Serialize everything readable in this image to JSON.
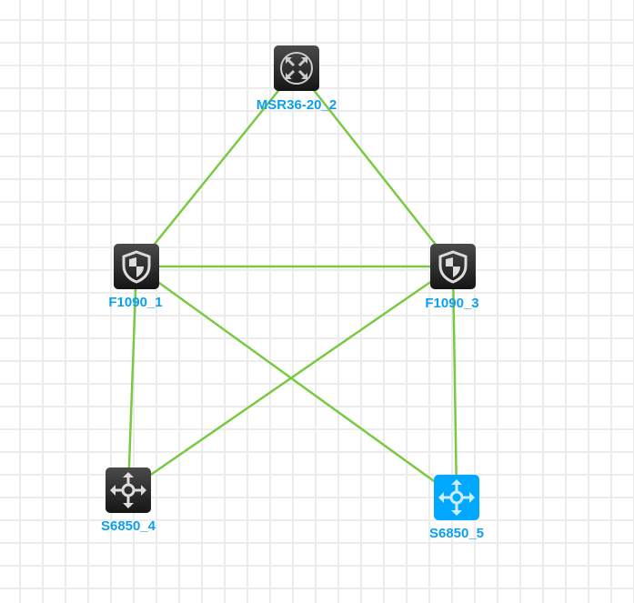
{
  "nodes": [
    {
      "id": "msr",
      "name": "MSR36-20_2",
      "type": "router-icon"
    },
    {
      "id": "f1",
      "name": "F1090_1",
      "type": "firewall-icon"
    },
    {
      "id": "f3",
      "name": "F1090_3",
      "type": "firewall-icon"
    },
    {
      "id": "s4",
      "name": "S6850_4",
      "type": "switch-icon"
    },
    {
      "id": "s5",
      "name": "S6850_5",
      "type": "switch-icon",
      "selected": true
    }
  ],
  "links": [
    [
      "msr",
      "f1"
    ],
    [
      "msr",
      "f3"
    ],
    [
      "f1",
      "f3"
    ],
    [
      "f1",
      "s4"
    ],
    [
      "f1",
      "s5"
    ],
    [
      "f3",
      "s4"
    ],
    [
      "f3",
      "s5"
    ]
  ],
  "colors": {
    "link": "#7ac943",
    "label": "#0aa0f0",
    "selected": "#00a8ff",
    "node": "#222222"
  }
}
